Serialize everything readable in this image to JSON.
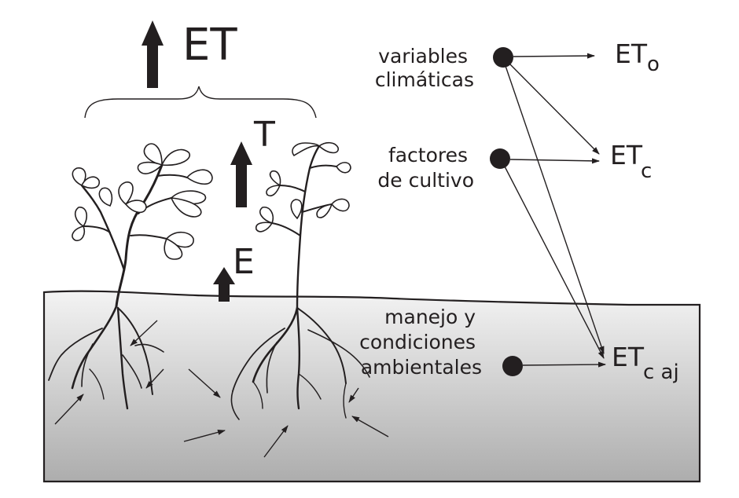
{
  "labels": {
    "et": "ET",
    "t": "T",
    "e": "E"
  },
  "factors": {
    "climatic": [
      "variables",
      "climáticas"
    ],
    "crop": [
      "factores",
      "de cultivo"
    ],
    "management": [
      "manejo y",
      "condiciones",
      "ambientales"
    ]
  },
  "outputs": {
    "eto": {
      "main": "ET",
      "sub": "o"
    },
    "etc": {
      "main": "ET",
      "sub": "c"
    },
    "etcaj": {
      "main": "ET",
      "sub": "c aj"
    }
  },
  "colors": {
    "ink": "#231f20",
    "soil_top": "#f2f2f2",
    "soil_bottom": "#b0b0b0"
  }
}
